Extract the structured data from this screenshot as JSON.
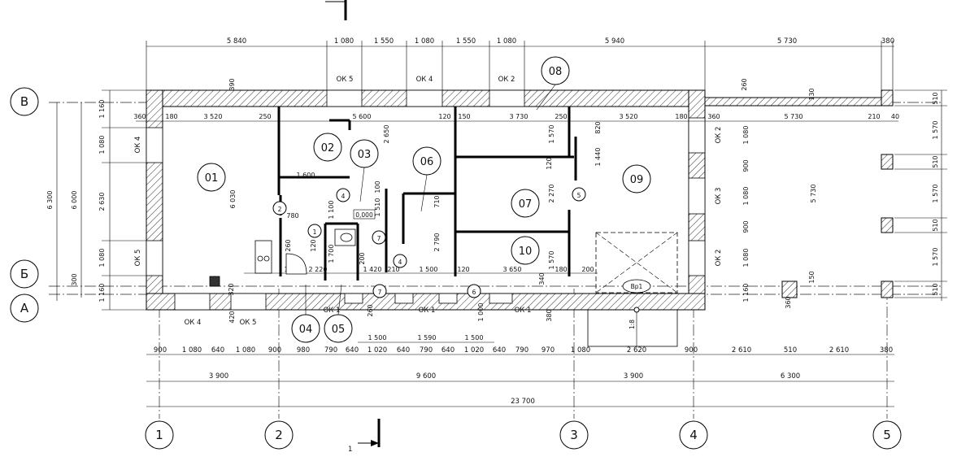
{
  "axes_horizontal": [
    "1",
    "2",
    "3",
    "4",
    "5"
  ],
  "axes_vertical": [
    "В",
    "Б",
    "А"
  ],
  "rooms": [
    "01",
    "02",
    "03",
    "04",
    "05",
    "06",
    "07",
    "08",
    "09",
    "10"
  ],
  "windows": {
    "ok5_top": "ОК 5",
    "ok4_top": "ОК 4",
    "ok2_top": "ОК 2",
    "ok4_left": "ОК 4",
    "ok5_left": "ОК 5",
    "ok2_right_top": "ОК 2",
    "ok3_right": "ОК 3",
    "ok2_right_bottom": "ОК 2",
    "ok4_bottom": "ОК 4",
    "ok5_bottom": "ОК 5",
    "ok1_a": "ОК 1",
    "ok1_b": "ОК 1",
    "ok1_c": "ОК 1"
  },
  "door_marks": [
    "1",
    "2",
    "4",
    "5",
    "6",
    "7",
    "7",
    "4"
  ],
  "section_mark": "1",
  "porch_label": "Вр1",
  "slope_label": "1:8",
  "level_mark": "0,000",
  "top_dims": [
    "5 840",
    "1 080",
    "1 550",
    "1 080",
    "1 550",
    "1 080",
    "5 940",
    "5 730",
    "380"
  ],
  "bottom_dims_row1": [
    "900",
    "1 080",
    "640",
    "1 080",
    "900",
    "980",
    "790",
    "640",
    "1 020",
    "640",
    "790",
    "640",
    "1 020",
    "640",
    "790",
    "970",
    "1 080",
    "2 620",
    "900",
    "2 610",
    "510",
    "2 610",
    "380"
  ],
  "bottom_dims_row2": [
    "3 900",
    "9 600",
    "3 900",
    "6 300"
  ],
  "bottom_total": "23 700",
  "step_dims": [
    "1 500",
    "1 590",
    "1 500"
  ],
  "left_dims": [
    "1 160",
    "1 080",
    "2 630",
    "1 080",
    "1 160",
    "6 300",
    "6 000",
    "300"
  ],
  "right_dims": [
    "510",
    "1 570",
    "510",
    "1 570",
    "510",
    "1 570",
    "510"
  ],
  "interior_dims": {
    "d360a": "360",
    "d180a": "180",
    "d3520a": "3 520",
    "d250a": "250",
    "d5600": "5 600",
    "d120a": "120",
    "d150a": "150",
    "d3730": "3 730",
    "d250b": "250",
    "d3520b": "3 520",
    "d180b": "180",
    "d360b": "360",
    "d5730": "5 730",
    "d210": "210",
    "d40": "40",
    "d1600": "1 600",
    "d780": "780",
    "d6030": "6 030",
    "d2650": "2 650",
    "d1510": "1 510",
    "d1100": "1 100",
    "d1700": "1 700",
    "d2790": "2 790",
    "d2270": "2 270",
    "d1440": "1 440",
    "d820": "820",
    "d1570a": "1 570",
    "d1570b": "1 570",
    "d5730v": "5 730",
    "d1080r1": "1 080",
    "d900r1": "900",
    "d1080r2": "1 080",
    "d900r2": "900",
    "d1080r3": "1 080",
    "d1160r": "1 160",
    "d2220": "2 220",
    "d1420": "1 420",
    "d1500": "1 500",
    "d3650": "3 650",
    "d180c": "180",
    "d200": "200",
    "d120b": "120",
    "d1000": "1 000",
    "d260a": "260",
    "d260b": "260",
    "d390": "390",
    "d420": "420",
    "d320": "320",
    "d380b": "380",
    "d340": "340",
    "d130": "130",
    "d100": "100",
    "d150b": "150",
    "d360c": "360",
    "d120c": "120",
    "d200b": "200",
    "d710": "710",
    "d210b": "210",
    "d300": "300"
  }
}
